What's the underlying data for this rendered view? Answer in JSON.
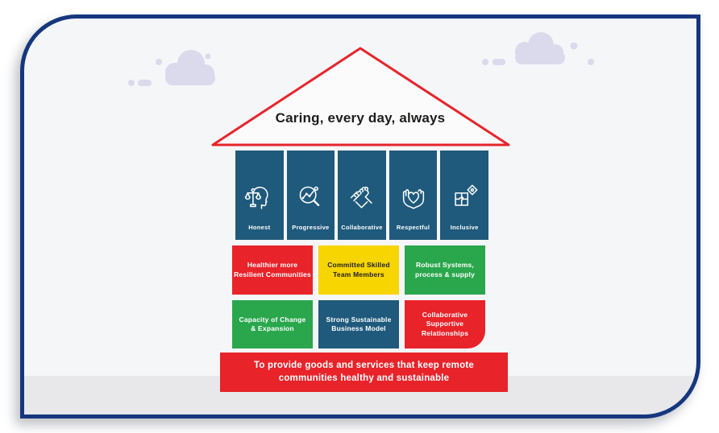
{
  "roof": {
    "title": "Caring, every day, always",
    "outline_color": "#E8242B",
    "fill_color": "#FBFBFC"
  },
  "pillars": [
    {
      "label": "Honest",
      "icon": "scales-head-icon"
    },
    {
      "label": "Progressive",
      "icon": "magnifier-chart-icon"
    },
    {
      "label": "Collaborative",
      "icon": "handshake-icon"
    },
    {
      "label": "Respectful",
      "icon": "hands-heart-icon"
    },
    {
      "label": "Inclusive",
      "icon": "puzzle-icon"
    }
  ],
  "value_boxes": [
    {
      "text": "Healthier more\nResilient Communities",
      "color": "#E8232A",
      "text_color": "#FFFFFF"
    },
    {
      "text": "Committed Skilled\nTeam Members",
      "color": "#F7D501",
      "text_color": "#1D1D1B"
    },
    {
      "text": "Robust Systems,\nprocess & supply",
      "color": "#2AA64C",
      "text_color": "#FFFFFF"
    },
    {
      "text": "Capacity of Change\n& Expansion",
      "color": "#2AA64C",
      "text_color": "#FFFFFF"
    },
    {
      "text": "Strong Sustainable\nBusiness Model",
      "color": "#1F5A7C",
      "text_color": "#FFFFFF"
    },
    {
      "text": "Collaborative\nSupportive\nRelationships",
      "color": "#E8232A",
      "text_color": "#FFFFFF"
    }
  ],
  "foundation": {
    "text": "To provide goods and services that keep remote\ncommunities healthy and sustainable",
    "color": "#E8232A"
  },
  "colors": {
    "frame_border": "#16377E",
    "canvas_background": "#F5F6F8",
    "ground_band": "#E8E8EA",
    "cloud": "#DADAEC",
    "pillar_blue": "#1F5A7C",
    "red": "#E8232A",
    "yellow": "#F7D501",
    "green": "#2AA64C",
    "title_text": "#1D1D1B"
  }
}
